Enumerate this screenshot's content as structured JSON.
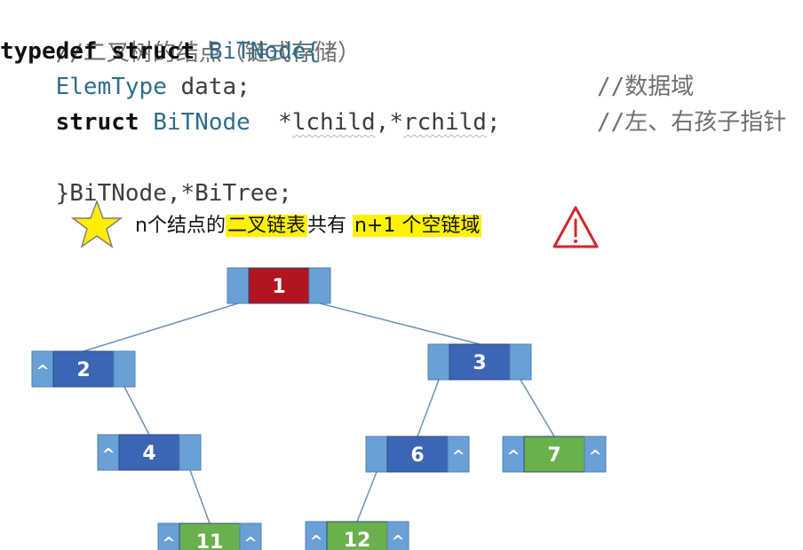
{
  "code": {
    "comment_title": "//二叉树的结点（链式存储）",
    "typedef_kw": "typedef",
    "struct_kw": "struct",
    "struct_name_open": "BiTNode{",
    "elem_type": "ElemType",
    "data_field": "data;",
    "data_comment": "//数据域",
    "struct_kw2": "struct",
    "ptr_type": "BiTNode",
    "ptr_star1": "*",
    "lchild": "lchild",
    "comma": ",*",
    "rchild": "rchild",
    "semicolon": ";",
    "ptr_comment": "//左、右孩子指针",
    "closing": "}BiTNode,*BiTree;"
  },
  "note": {
    "part1": "n个结点的",
    "highlight1": "二叉链表",
    "part2": "共有",
    "highlight2": "n+1 个空链域",
    "star_icon": "star-icon",
    "warning_icon": "warning-triangle-icon"
  },
  "colors": {
    "root": "#b01520",
    "internal": "#3c66b4",
    "leaf": "#6ab04c",
    "pointer": "#6aa0d6",
    "edge": "#6e8fb8",
    "star": "#ffee00",
    "highlight": "#fff200",
    "warning": "#d4262b"
  },
  "null_symbol": "^",
  "tree": {
    "nodes": [
      {
        "id": "n1",
        "label": "1",
        "kind": "root",
        "left_null": false,
        "right_null": false
      },
      {
        "id": "n2",
        "label": "2",
        "kind": "internal",
        "left_null": true,
        "right_null": false
      },
      {
        "id": "n3",
        "label": "3",
        "kind": "internal",
        "left_null": false,
        "right_null": false
      },
      {
        "id": "n4",
        "label": "4",
        "kind": "internal",
        "left_null": true,
        "right_null": false
      },
      {
        "id": "n6",
        "label": "6",
        "kind": "internal",
        "left_null": false,
        "right_null": true
      },
      {
        "id": "n7",
        "label": "7",
        "kind": "leaf",
        "left_null": true,
        "right_null": true
      },
      {
        "id": "n11",
        "label": "11",
        "kind": "leaf",
        "left_null": true,
        "right_null": true
      },
      {
        "id": "n12",
        "label": "12",
        "kind": "leaf",
        "left_null": true,
        "right_null": true
      }
    ],
    "edges": [
      {
        "from": "n1",
        "side": "left",
        "to": "n2"
      },
      {
        "from": "n1",
        "side": "right",
        "to": "n3"
      },
      {
        "from": "n2",
        "side": "right",
        "to": "n4"
      },
      {
        "from": "n3",
        "side": "left",
        "to": "n6"
      },
      {
        "from": "n3",
        "side": "right",
        "to": "n7"
      },
      {
        "from": "n4",
        "side": "right",
        "to": "n11"
      },
      {
        "from": "n6",
        "side": "left",
        "to": "n12"
      }
    ]
  }
}
